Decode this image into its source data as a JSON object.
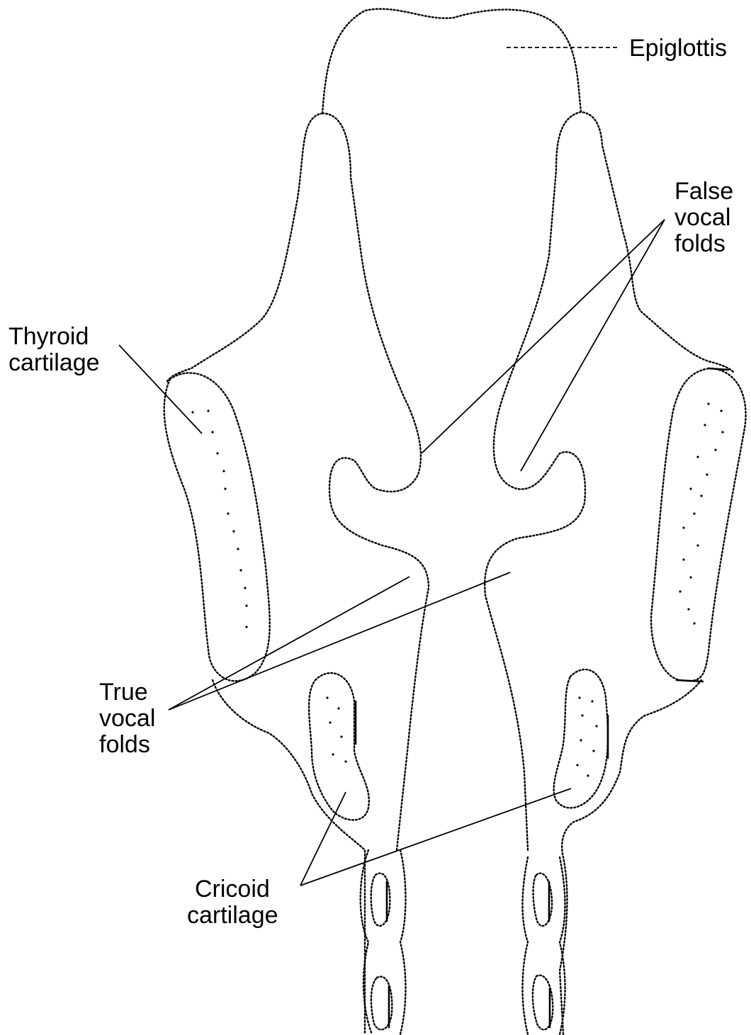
{
  "labels": {
    "epiglottis": "Epiglottis",
    "false_vocal_folds": [
      "False",
      "vocal",
      "folds"
    ],
    "thyroid_cartilage": [
      "Thyroid",
      "cartilage"
    ],
    "true_vocal_folds": [
      "True",
      "vocal",
      "folds"
    ],
    "cricoid_cartilage": [
      "Cricoid",
      "cartilage"
    ]
  }
}
